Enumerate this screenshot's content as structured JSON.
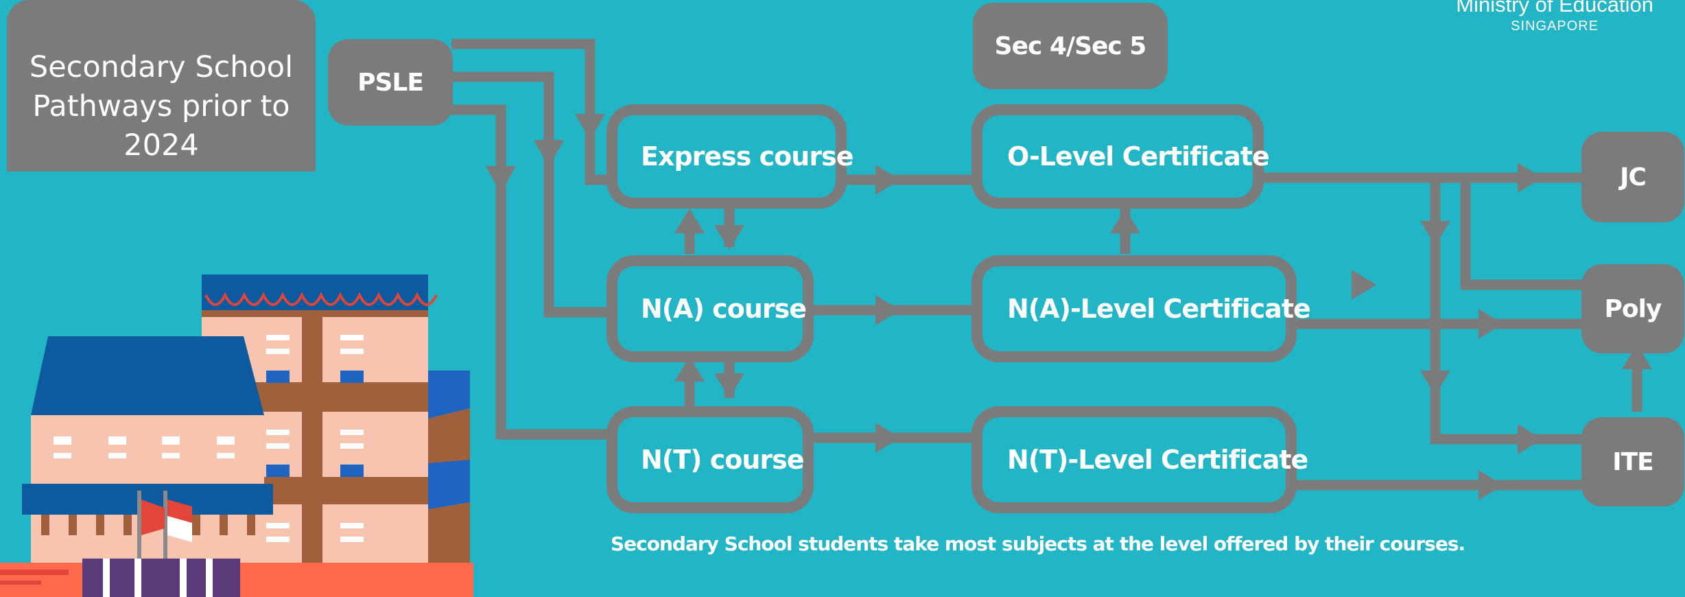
{
  "title": "Secondary School Pathways prior to 2024",
  "brand": {
    "line1": "Ministry of Education",
    "line2": "SINGAPORE"
  },
  "nodes": {
    "psle": "PSLE",
    "express": "Express course",
    "na_course": "N(A) course",
    "nt_course": "N(T) course",
    "sec_stage": "Sec 4/Sec 5",
    "o_level": "O-Level Certificate",
    "na_level": "N(A)-Level Certificate",
    "nt_level": "N(T)-Level Certificate",
    "jc": "JC",
    "poly": "Poly",
    "ite": "ITE"
  },
  "caption": "Secondary School students take most subjects at the level offered by their courses.",
  "colors": {
    "background": "#22b5c5",
    "connector": "#7b7b7b",
    "text": "#ffffff",
    "building_wall": "#f7c4b0",
    "building_brown": "#a0603c",
    "roof_blue": "#0e5a9e",
    "window_blue": "#1f64c0",
    "base_orange": "#ff6a4c"
  }
}
